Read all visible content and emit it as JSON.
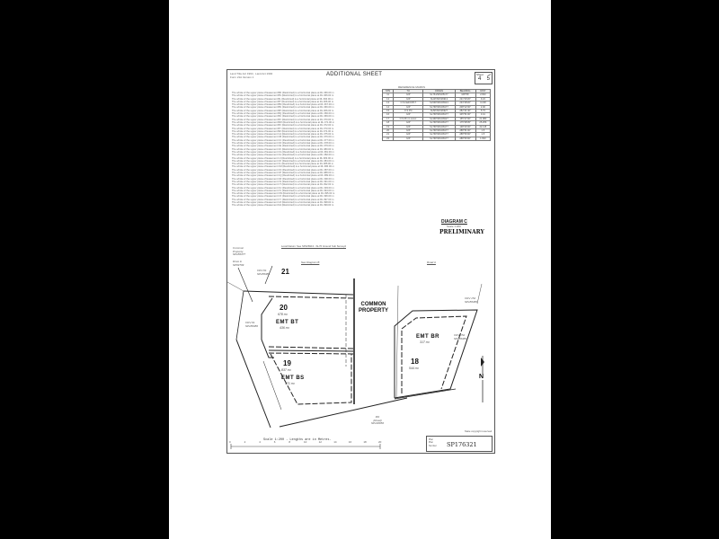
{
  "header": {
    "left_lines": [
      "Land Title Act 1994 ; Land Act 1994",
      "Form 21A Version 1"
    ],
    "title": "ADDITIONAL SHEET",
    "sheet_label": "Sheet",
    "sheet_of": "of",
    "sheet_number": "4",
    "sheet_total": "5"
  },
  "reference_marks": {
    "title": "REFERENCE MARKS",
    "columns": [
      "STN",
      "TO",
      "ORIGIN",
      "BEARING",
      "DIST"
    ],
    "rows": [
      [
        "11",
        "GIP",
        "SL761/SP225177",
        "168°56'",
        "2.823"
      ],
      [
        "12",
        "GIP",
        "SL4P/SP226913",
        "221°00'20\"",
        "9.24"
      ],
      [
        "13",
        "O.S.Nail/CP/17",
        "SL53P/SP226913",
        "233°48'20\"",
        "3.218"
      ],
      [
        "14",
        "GIP",
        "SL76P/SP228177",
        "208°12'30\"",
        "2.46"
      ],
      [
        "15",
        "O.S.Pin",
        "SL5P/SP226927",
        "282°41'40\"",
        "5.73"
      ],
      [
        "16",
        "GIP",
        "SL76P/SP228177",
        "345°51'00\"",
        "3.41"
      ],
      [
        "17",
        "O.S.Pin in concr.",
        "SL36P/SP226927",
        "155°47'00\"",
        "21.983"
      ],
      [
        "18",
        "GIP",
        "SL76P/SP228177",
        "175°08'35\"",
        "25.256"
      ],
      [
        "19",
        "GIP",
        "SL76P/SP228177",
        "138°40'30\"",
        "22.115"
      ],
      [
        "20",
        "GIP",
        "SL76P/SP228177",
        "288°51'00\"",
        "1.5"
      ],
      [
        "21",
        "GIP",
        "SL76P/SP228177",
        "288°50'00\"",
        "1.5"
      ],
      [
        "22",
        "GIP",
        "SL76P/SP228177",
        "288°50'00\"",
        "1.823"
      ]
    ]
  },
  "easements": [
    "The whole of the upper plane of Easement  BR   (Restricted) is a horizontal plane at RL  366.00 m",
    "The whole of the upper plane of Easement  BS   (Restricted) is a horizontal plane at RL  366.00 m",
    "The whole of the upper plane of Easement  BL   (Restricted) is a horizontal plane at RL  366.00 m",
    "The whole of the upper plane of Easement  BT   (Restricted) is a horizontal plane at RL  366.00 m",
    "The whole of the upper plane of Easement  BM   (Restricted) is a horizontal plane at RL  367.00 m",
    "The whole of the upper plane of Easement  BN   (Restricted) is a horizontal plane at RL  366.00 m",
    "The whole of the upper plane of Easement  BP   (Restricted) is a horizontal plane at RL  366.00 m",
    "The whole of the upper plane of Easement  BQ   (Restricted) is a horizontal plane at RL  366.00 m",
    "The whole of the upper plane of Easement  BU   (Restricted) is a horizontal plane at RL  369.00 m",
    "The whole of the upper plane of Easement  BV   (Restricted) is a horizontal plane at RL  370.00 m",
    "The whole of the upper plane of Easement  BW   (Restricted) is a horizontal plane at RL  371.00 m",
    "The whole of the upper plane of Easement  BX   (Restricted) is a horizontal plane at RL  372.00 m",
    "The whole of the upper plane of Easement  BY   (Restricted) is a horizontal plane at RL  373.00 m",
    "The whole of the upper plane of Easement  BZ   (Restricted) is a horizontal plane at RL  374.00 m",
    "The whole of the upper plane of Easement  CA   (Restricted) is a horizontal plane at RL  375.00 m",
    "The whole of the upper plane of Easement  CB   (Restricted) is a horizontal plane at RL  376.00 m",
    "The whole of the upper plane of Easement  CC   (Restricted) is a horizontal plane at RL  377.00 m",
    "The whole of the upper plane of Easement  CD   (Restricted) is a horizontal plane at RL  378.00 m",
    "The whole of the upper plane of Easement  CE   (Restricted) is a horizontal plane at RL  379.00 m",
    "The whole of the upper plane of Easement  CF   (Restricted) is a horizontal plane at RL  380.00 m",
    "The whole of the upper plane of Easement  CG   (Restricted) is a horizontal plane at RL  381.00 m",
    "The whole of the upper plane of Easement  CH   (Restricted) is a horizontal plane at RL  382.00 m",
    "The whole of the upper plane of Easement  CJ   (Restricted) is a horizontal plane at RL  383.00 m",
    "The whole of the upper plane of Easement  CK   (Restricted) is a horizontal plane at RL  384.00 m",
    "The whole of the upper plane of Easement  CL   (Restricted) is a horizontal plane at RL  385.00 m",
    "The whole of the upper plane of Easement  CM   (Restricted) is a horizontal plane at RL  386.00 m",
    "The whole of the upper plane of Easement  CN   (Restricted) is a horizontal plane at RL  387.00 m",
    "The whole of the upper plane of Easement  CP   (Restricted) is a horizontal plane at RL  388.00 m",
    "The whole of the upper plane of Easement  CQ   (Restricted) is a horizontal plane at RL  389.00 m",
    "The whole of the upper plane of Easement  CR   (Restricted) is a horizontal plane at RL  390.00 m",
    "The whole of the upper plane of Easement  CS   (Restricted) is a horizontal plane at RL  391.00 m",
    "The whole of the upper plane of Easement  CT   (Restricted) is a horizontal plane at RL  392.00 m",
    "The whole of the upper plane of Easement  CU   (Restricted) is a horizontal plane at RL  393.00 m",
    "The whole of the upper plane of Easement  CV   (Restricted) is a horizontal plane at RL  394.00 m",
    "The whole of the upper plane of Easement  CW   (Restricted) is a horizontal plane at RL  395.00 m",
    "The whole of the upper plane of Easement  CX   (Restricted) is a horizontal plane at RL  396.00 m",
    "The whole of the upper plane of Easement  CY   (Restricted) is a horizontal plane at RL  397.00 m",
    "The whole of the upper plane of Easement  CZ   (Restricted) is a horizontal plane at RL  398.00 m",
    "The whole of the upper plane of Easement  DA   (Restricted) is a horizontal plane at RL  399.00 m"
  ],
  "diagram": {
    "title": "DIAGRAM C",
    "scale": "Scale 1:200",
    "status": "PRELIMINARY",
    "datum_note": "Local Datum: See SP226913 - SL76 Ground Sub Surveyd",
    "labels": {
      "common_property_left": [
        "Common",
        "Property",
        "SP186377"
      ],
      "drive": [
        "Drive &",
        "SP83799"
      ],
      "cdv_top": [
        "CDV 61",
        "SP186380"
      ],
      "cdv_left": [
        "CDV 61",
        "SP186380"
      ],
      "see_diagram": "See Diagram B",
      "road": "Road A",
      "cdv_right_top": [
        "CDV 152",
        "SP186380"
      ],
      "cdv_right": [
        "CDV 152",
        "SP186380"
      ],
      "ro": [
        "RO",
        "(Road)",
        "SP146656"
      ]
    },
    "lots": [
      {
        "number": "21"
      },
      {
        "number": "20",
        "area": "678 m²",
        "easement": "EMT BT",
        "easement_area": "436 m²"
      },
      {
        "number": "19",
        "area": "837 m²",
        "easement": "EMT BS",
        "easement_area": "371 m²"
      },
      {
        "number": "18",
        "area": "544 m²",
        "easement": "EMT BR",
        "easement_area": "317 m²"
      }
    ],
    "common_property": [
      "COMMON",
      "PROPERTY"
    ],
    "north_label": "N"
  },
  "footer": {
    "scale_title": "Scale 1:200 - Lengths are in Metres.",
    "scale_ticks": [
      "0",
      "2",
      "4",
      "6",
      "8",
      "10",
      "12",
      "14",
      "16",
      "18",
      "20"
    ],
    "copyright": "State copyright reserved.",
    "plan_box_labels": [
      "Plan",
      "Plan",
      "Number"
    ],
    "plan_number": "SP176321"
  }
}
